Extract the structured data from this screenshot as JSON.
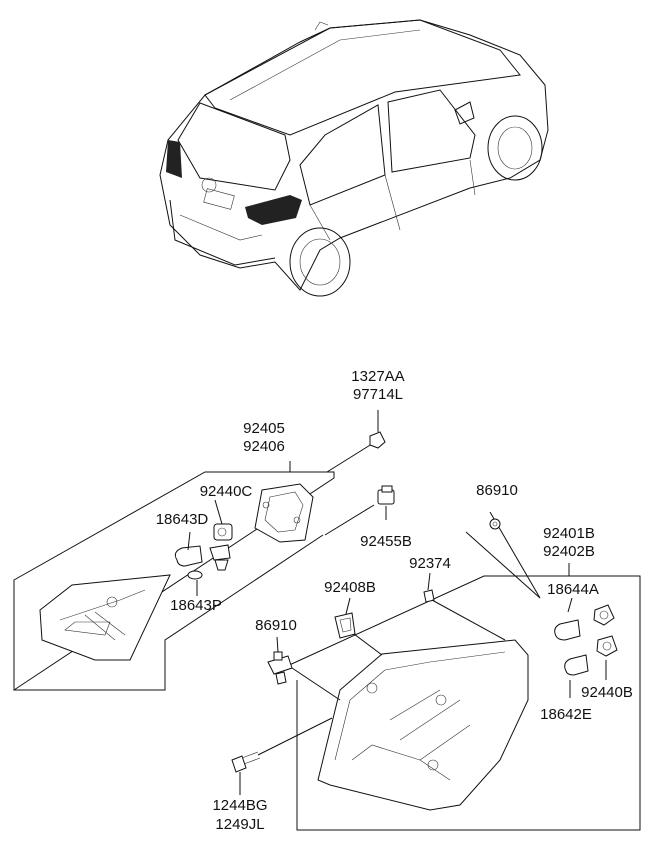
{
  "parts": {
    "p1327AA": "1327AA",
    "p97714L": "97714L",
    "p92405": "92405",
    "p92406": "92406",
    "p92440C": "92440C",
    "p18643D": "18643D",
    "p92455B": "92455B",
    "p86910_top": "86910",
    "p92401B": "92401B",
    "p92402B": "92402B",
    "p92374": "92374",
    "p92408B": "92408B",
    "p18644A": "18644A",
    "p18643P": "18643P",
    "p86910_left": "86910",
    "p92440B": "92440B",
    "p18642E": "18642E",
    "p1244BG": "1244BG",
    "p1249JL": "1249JL"
  }
}
